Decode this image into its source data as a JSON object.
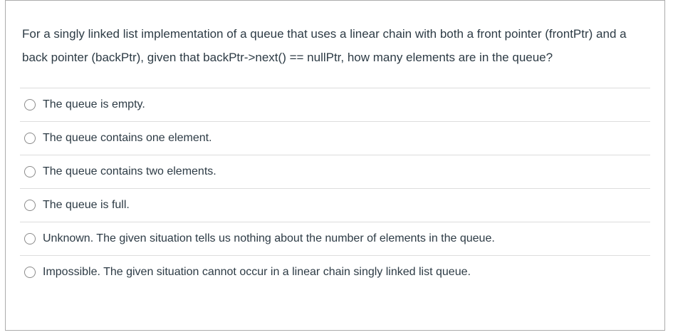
{
  "question": {
    "text": "For a singly linked list implementation of a queue that uses a linear chain with both a front pointer (frontPtr) and a back pointer (backPtr), given that backPtr->next() == nullPtr, how many elements are in the queue?"
  },
  "options": [
    {
      "label": "The queue is empty.",
      "selected": false
    },
    {
      "label": "The queue contains one element.",
      "selected": false
    },
    {
      "label": "The queue contains two elements.",
      "selected": false
    },
    {
      "label": "The queue is full.",
      "selected": false
    },
    {
      "label": "Unknown. The given situation tells us nothing about the number of elements in the queue.",
      "selected": false
    },
    {
      "label": "Impossible. The given situation cannot occur in a linear chain singly linked list queue.",
      "selected": false
    }
  ],
  "colors": {
    "text": "#2d3b45",
    "box_border": "#ababab",
    "divider": "#dddddd",
    "radio_border": "#8b8b8b",
    "background": "#ffffff"
  }
}
